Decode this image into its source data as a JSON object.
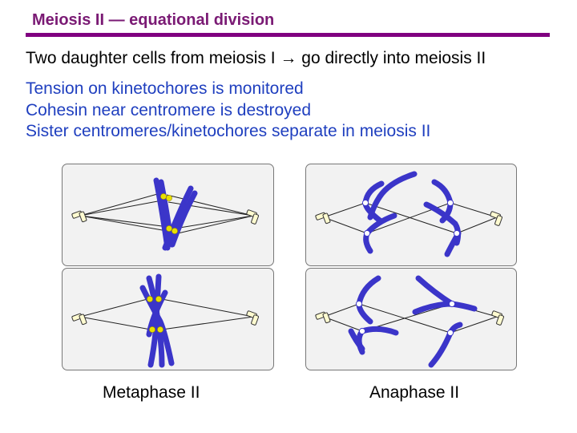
{
  "header": {
    "title": "Meiosis II — equational division"
  },
  "intro": {
    "text": "Two daughter cells from meiosis I → go directly into meiosis II"
  },
  "bullets": [
    "Tension on kinetochores is monitored",
    "Cohesin near centromere is destroyed",
    "Sister centromeres/kinetochores separate in meiosis II"
  ],
  "captions": {
    "left": "Metaphase II",
    "right": "Anaphase II"
  },
  "colors": {
    "title": "#7a1a74",
    "rule": "#800080",
    "bullets": "#1f3fbf",
    "chromosome": "#3b35c9",
    "kinetochore": "#e8e000",
    "panel": "#f2f2f2"
  },
  "icons": {
    "centrosome": "centriole-pair-icon"
  }
}
